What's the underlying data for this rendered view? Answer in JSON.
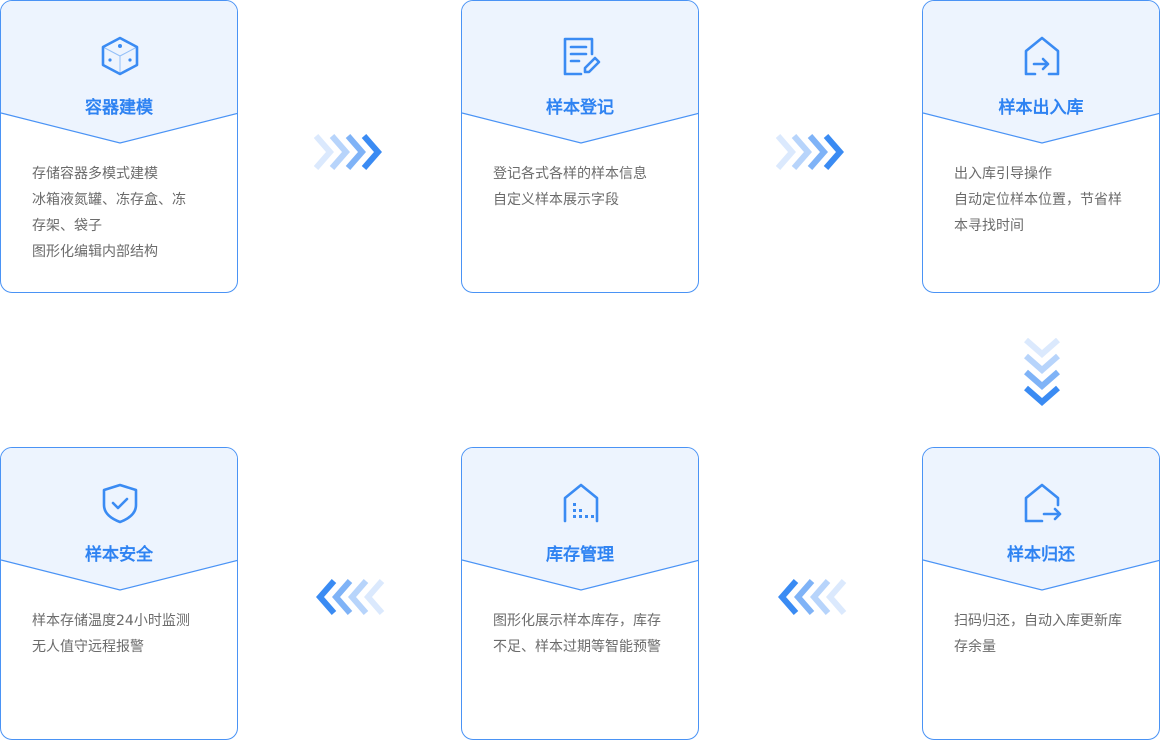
{
  "colors": {
    "accent": "#2f83f2",
    "header_bg": "#edf4fe",
    "border": "#4a93f5"
  },
  "cards": [
    {
      "title": "容器建模",
      "icon": "cube-icon",
      "lines": [
        "存储容器多模式建模",
        "冰箱液氮罐、冻存盒、冻",
        "存架、袋子",
        "图形化编辑内部结构"
      ]
    },
    {
      "title": "样本登记",
      "icon": "edit-document-icon",
      "lines": [
        "登记各式各样的样本信息",
        "自定义样本展示字段"
      ]
    },
    {
      "title": "样本出入库",
      "icon": "house-enter-icon",
      "lines": [
        "出入库引导操作",
        "自动定位样本位置，节省样",
        "本寻找时间"
      ]
    },
    {
      "title": "样本归还",
      "icon": "house-return-icon",
      "lines": [
        "扫码归还，自动入库更新库",
        "存余量"
      ]
    },
    {
      "title": "库存管理",
      "icon": "warehouse-icon",
      "lines": [
        "图形化展示样本库存，库存",
        "不足、样本过期等智能预警"
      ]
    },
    {
      "title": "样本安全",
      "icon": "shield-check-icon",
      "lines": [
        "样本存储温度24小时监测",
        "无人值守远程报警"
      ]
    }
  ]
}
